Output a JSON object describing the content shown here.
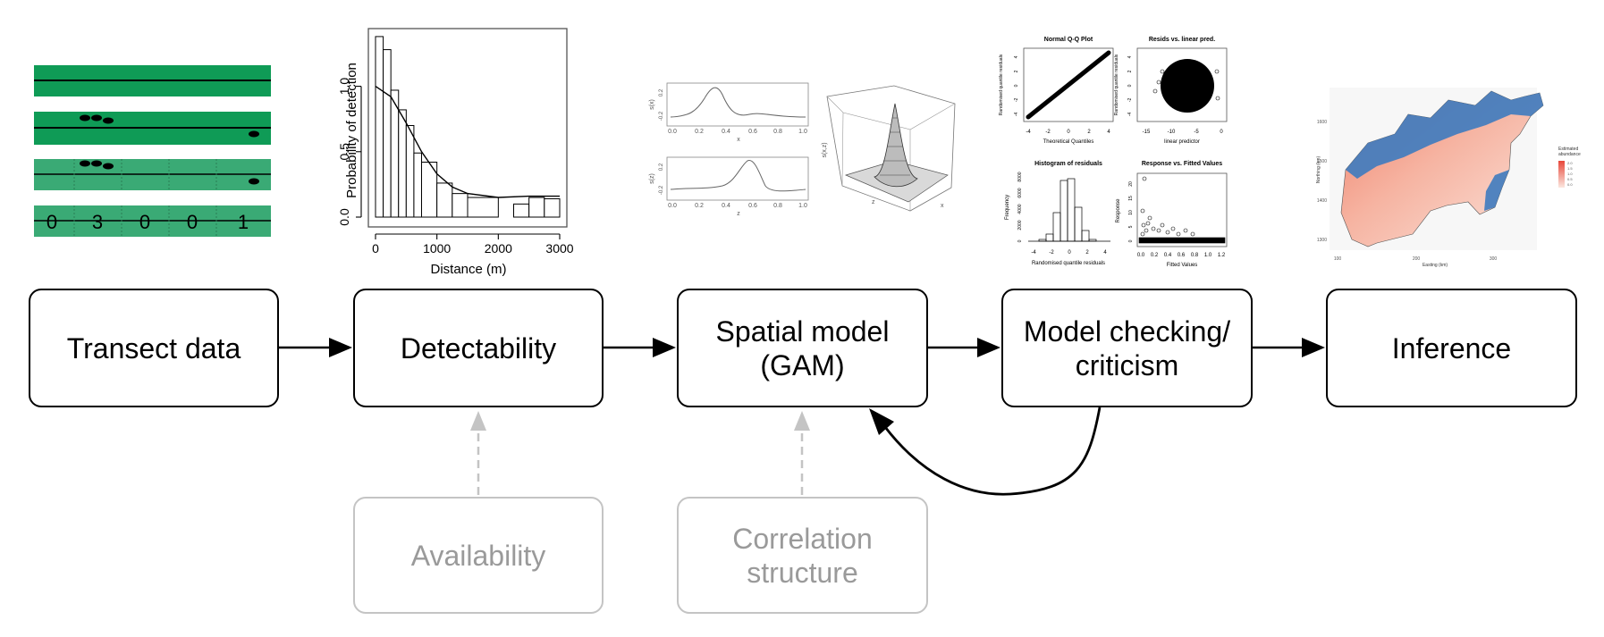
{
  "boxes": {
    "transect": "Transect data",
    "detect": "Detectability",
    "spatial": "Spatial model\n(GAM)",
    "checking": "Model checking/\ncriticism",
    "inference": "Inference",
    "availability": "Availability",
    "correlation": "Correlation\nstructure"
  },
  "transect_panel": {
    "counts": [
      "0",
      "3",
      "0",
      "0",
      "1"
    ],
    "colors": {
      "dark": "#0f9b56",
      "light": "#3aaa75"
    }
  },
  "detection_plot": {
    "chart_data": {
      "type": "bar",
      "xlabel": "Distance (m)",
      "ylabel": "Probability of detection",
      "x_ticks": [
        "0",
        "1000",
        "2000",
        "3000"
      ],
      "y_ticks": [
        "0.0",
        "0.5",
        "1.0"
      ],
      "xlim": [
        0,
        3000
      ],
      "ylim": [
        0,
        1.4
      ],
      "bins": [
        {
          "from": 0,
          "to": 125,
          "value": 1.38
        },
        {
          "from": 125,
          "to": 250,
          "value": 1.28
        },
        {
          "from": 250,
          "to": 375,
          "value": 0.97
        },
        {
          "from": 375,
          "to": 500,
          "value": 0.82
        },
        {
          "from": 500,
          "to": 625,
          "value": 0.7
        },
        {
          "from": 625,
          "to": 750,
          "value": 0.49
        },
        {
          "from": 750,
          "to": 1000,
          "value": 0.42
        },
        {
          "from": 1000,
          "to": 1250,
          "value": 0.26
        },
        {
          "from": 1250,
          "to": 1500,
          "value": 0.18
        },
        {
          "from": 1500,
          "to": 2000,
          "value": 0.15
        },
        {
          "from": 2000,
          "to": 2250,
          "value": 0.0
        },
        {
          "from": 2250,
          "to": 2500,
          "value": 0.1
        },
        {
          "from": 2500,
          "to": 2750,
          "value": 0.15
        },
        {
          "from": 2750,
          "to": 3000,
          "value": 0.14
        }
      ],
      "curve": {
        "x": [
          0,
          250,
          500,
          750,
          1000,
          1250,
          1500,
          2000,
          2500,
          3000
        ],
        "y": [
          1.0,
          0.92,
          0.72,
          0.5,
          0.33,
          0.23,
          0.18,
          0.15,
          0.16,
          0.16
        ]
      }
    }
  },
  "smooth_plots": {
    "top": {
      "ylabel": "s(x)",
      "xlabel": "x",
      "x_ticks": [
        "0.0",
        "0.2",
        "0.4",
        "0.6",
        "0.8",
        "1.0"
      ],
      "y_ticks": [
        "-0.2",
        "0.2"
      ]
    },
    "bottom": {
      "ylabel": "s(z)",
      "xlabel": "z",
      "x_ticks": [
        "0.0",
        "0.2",
        "0.4",
        "0.6",
        "0.8",
        "1.0"
      ],
      "y_ticks": [
        "-0.2",
        "0.2"
      ]
    },
    "surface": {
      "zlabel": "s(x,z)",
      "xlabel": "x",
      "ylabel": "z"
    }
  },
  "diagnostics": {
    "qq": {
      "title": "Normal Q-Q Plot",
      "xlabel": "Theoretical Quantiles",
      "ylabel": "Randomised quantile residuals",
      "x_ticks": [
        "-4",
        "-2",
        "0",
        "2",
        "4"
      ],
      "y_ticks": [
        "-4",
        "-2",
        "0",
        "2",
        "4"
      ]
    },
    "resids": {
      "title": "Resids vs. linear pred.",
      "xlabel": "linear predictor",
      "ylabel": "Randomised quantile residuals",
      "x_ticks": [
        "-15",
        "-10",
        "-5",
        "0"
      ],
      "y_ticks": [
        "-4",
        "-2",
        "0",
        "2",
        "4"
      ]
    },
    "hist": {
      "title": "Histogram of residuals",
      "xlabel": "Randomised quantile residuals",
      "ylabel": "Frequency",
      "x_ticks": [
        "-4",
        "-2",
        "0",
        "2",
        "4"
      ],
      "y_ticks": [
        "0",
        "2000",
        "4000",
        "6000",
        "8000"
      ]
    },
    "fitted": {
      "title": "Response vs. Fitted Values",
      "xlabel": "Fitted Values",
      "ylabel": "Response",
      "x_ticks": [
        "0.0",
        "0.2",
        "0.4",
        "0.6",
        "0.8",
        "1.0",
        "1.2"
      ],
      "y_ticks": [
        "0",
        "5",
        "10",
        "15",
        "20"
      ]
    }
  },
  "map": {
    "xlabel": "Easting (km)",
    "ylabel": "Northing (km)",
    "x_ticks": [
      "100",
      "200",
      "300"
    ],
    "y_ticks": [
      "1300",
      "1400",
      "1500",
      "1600"
    ],
    "legend_title": "Estimated\nabundance",
    "legend_ticks": [
      "0.0",
      "0.5",
      "1.0",
      "1.5",
      "2.0"
    ],
    "colors": {
      "high": "#e8473a",
      "low": "#fbe7df",
      "water": "#3e7bbf"
    }
  }
}
